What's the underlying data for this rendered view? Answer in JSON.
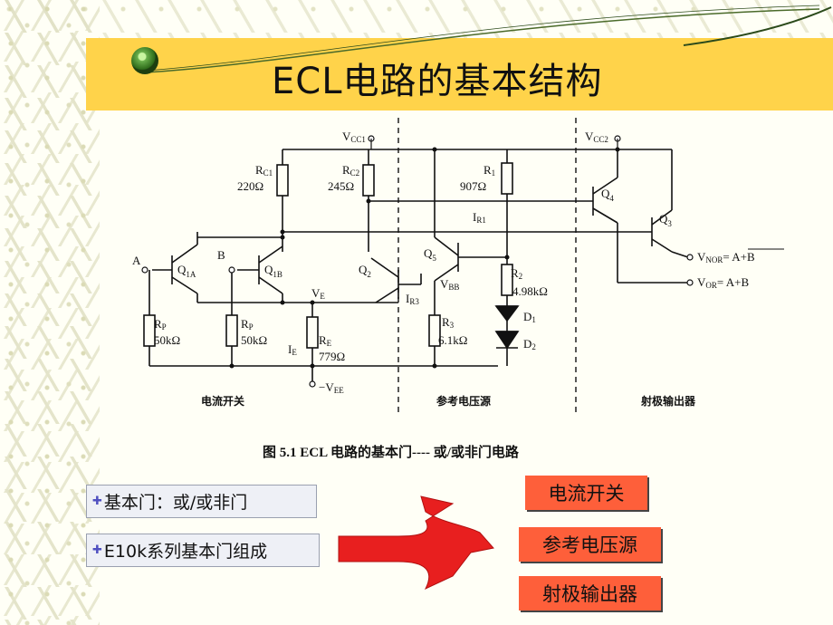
{
  "slide_title": "ECL电路的基本结构",
  "circuit": {
    "vcc1": "V",
    "vcc1_sub": "CC1",
    "vcc2": "V",
    "vcc2_sub": "CC2",
    "rc1": "R",
    "rc1_sub": "C1",
    "rc1_val": "220Ω",
    "rc2": "R",
    "rc2_sub": "C2",
    "rc2_val": "245Ω",
    "r1": "R",
    "r1_sub": "1",
    "r1_val": "907Ω",
    "ir1": "I",
    "ir1_sub": "R1",
    "r2": "R",
    "r2_sub": "2",
    "r2_val": "4.98kΩ",
    "r3": "R",
    "r3_sub": "3",
    "r3_val": "6.1kΩ",
    "ir3": "I",
    "ir3_sub": "R3",
    "d1": "D",
    "d1_sub": "1",
    "d2": "D",
    "d2_sub": "2",
    "q1a": "Q",
    "q1a_sub": "1A",
    "q1b": "Q",
    "q1b_sub": "1B",
    "q2": "Q",
    "q2_sub": "2",
    "q5": "Q",
    "q5_sub": "5",
    "q4": "Q",
    "q4_sub": "4",
    "q3": "Q",
    "q3_sub": "3",
    "vbb": "V",
    "vbb_sub": "BB",
    "ve": "V",
    "ve_sub": "E",
    "input_a": "A",
    "input_b": "B",
    "rp": "R",
    "rp_sub": "P",
    "rp_val": "50kΩ",
    "rp2_val": "50kΩ",
    "re": "R",
    "re_sub": "E",
    "re_val": "779Ω",
    "ie": "I",
    "ie_sub": "E",
    "vee": "−V",
    "vee_sub": "EE",
    "vnor": "V",
    "vnor_sub": "NOR",
    "vnor_expr": "= A+B",
    "vor": "V",
    "vor_sub": "OR",
    "vor_expr": "= A+B",
    "section_current_switch": "电流开关",
    "section_reference": "参考电压源",
    "section_emitter": "射极输出器"
  },
  "caption": "图 5.1  ECL 电路的基本门---- 或/或非门电路",
  "bullets": [
    "基本门：或/或非门",
    "E10k系列基本门组成"
  ],
  "components": [
    "电流开关",
    "参考电压源",
    "射极输出器"
  ],
  "colors": {
    "band": "#ffd34a",
    "pill": "#fe5f3a",
    "arrow": "#e81f1f"
  }
}
